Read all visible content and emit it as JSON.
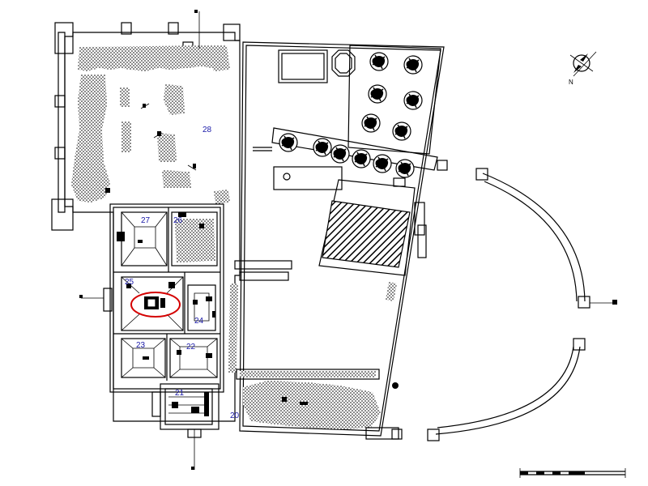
{
  "rooms": {
    "r20": "20",
    "r21": "21",
    "r22": "22",
    "r23": "23",
    "r24": "24",
    "r25": "25",
    "r26": "26",
    "r27": "27",
    "r28": "28"
  },
  "compass": {
    "label": "N"
  },
  "colors": {
    "linework": "#000000",
    "room_numbers": "#1a1aa8",
    "highlight": "#d40000",
    "background": "#ffffff"
  },
  "icons": {
    "compass": "compass-rose-icon",
    "tree": "tree-canopy-icon"
  }
}
